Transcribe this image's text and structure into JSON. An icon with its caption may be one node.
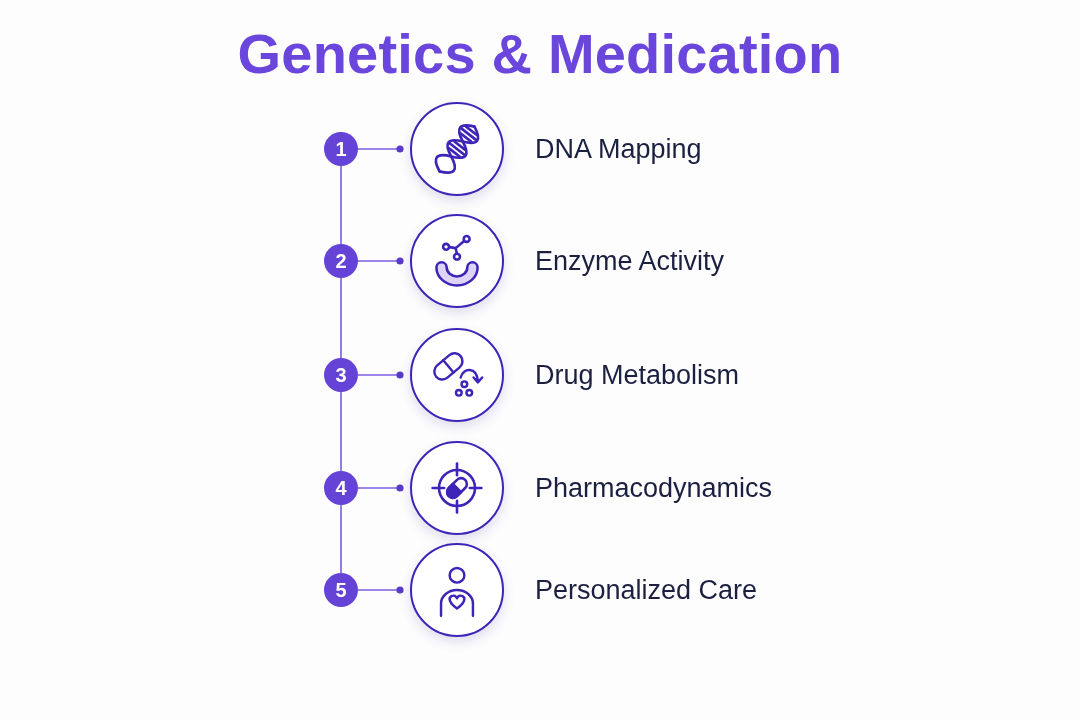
{
  "diagram": {
    "title": "Genetics & Medication",
    "nodes": [
      {
        "text": [
          "1"
        ]
      },
      {
        "text": [],
        "shape": "circle",
        "beside": [
          "DNA Mapping"
        ]
      },
      {
        "text": [
          "2"
        ]
      },
      {
        "text": [],
        "shape": "circle",
        "beside": [
          "Enzyme Activity"
        ]
      },
      {
        "text": [
          "3"
        ]
      },
      {
        "text": [],
        "shape": "circle",
        "beside": [
          "Drug Metabolism"
        ]
      },
      {
        "text": [
          "4"
        ]
      },
      {
        "text": [],
        "shape": "circle",
        "beside": [
          "Pharmacodynamics"
        ]
      },
      {
        "text": [
          "5"
        ]
      },
      {
        "text": [],
        "shape": "circle",
        "beside": [
          "Personalized Care"
        ]
      }
    ],
    "edges": [
      {
        "from": 0,
        "to": 1,
        "arrow": "other"
      },
      {
        "from": 2,
        "to": 3,
        "arrow": "other"
      },
      {
        "from": 4,
        "to": 5,
        "arrow": "other"
      },
      {
        "from": 6,
        "to": 7,
        "arrow": "other"
      },
      {
        "from": 8,
        "to": 9,
        "arrow": "other"
      },
      {
        "from": 0,
        "to": 2,
        "arrow": "none"
      },
      {
        "from": 2,
        "to": 4,
        "arrow": "none"
      },
      {
        "from": 4,
        "to": 6,
        "arrow": "none"
      },
      {
        "from": 6,
        "to": 8,
        "arrow": "none"
      }
    ]
  }
}
